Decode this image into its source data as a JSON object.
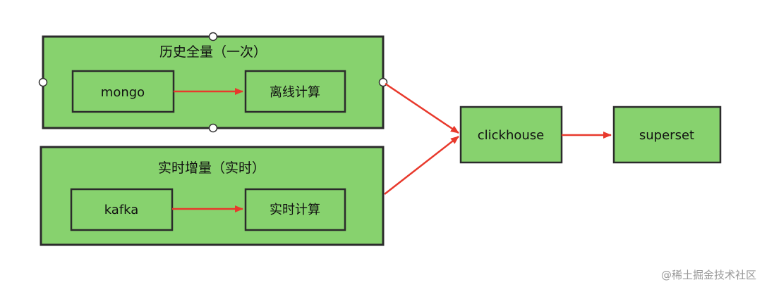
{
  "colors": {
    "box_fill": "#87d26e",
    "box_stroke": "#2b2b2b",
    "arrow": "#e8392c",
    "handle_fill": "#ffffff",
    "watermark": "#9a9a9a"
  },
  "groups": {
    "history": {
      "title": "历史全量（一次）"
    },
    "realtime": {
      "title": "实时增量（实时）"
    }
  },
  "nodes": {
    "mongo": {
      "label": "mongo"
    },
    "offline_compute": {
      "label": "离线计算"
    },
    "kafka": {
      "label": "kafka"
    },
    "realtime_compute": {
      "label": "实时计算"
    },
    "clickhouse": {
      "label": "clickhouse"
    },
    "superset": {
      "label": "superset"
    }
  },
  "edges": [
    {
      "from": "mongo",
      "to": "offline_compute"
    },
    {
      "from": "kafka",
      "to": "realtime_compute"
    },
    {
      "from": "history",
      "to": "clickhouse"
    },
    {
      "from": "realtime",
      "to": "clickhouse"
    },
    {
      "from": "clickhouse",
      "to": "superset"
    }
  ],
  "watermark": {
    "text": "@稀土掘金技术社区"
  }
}
